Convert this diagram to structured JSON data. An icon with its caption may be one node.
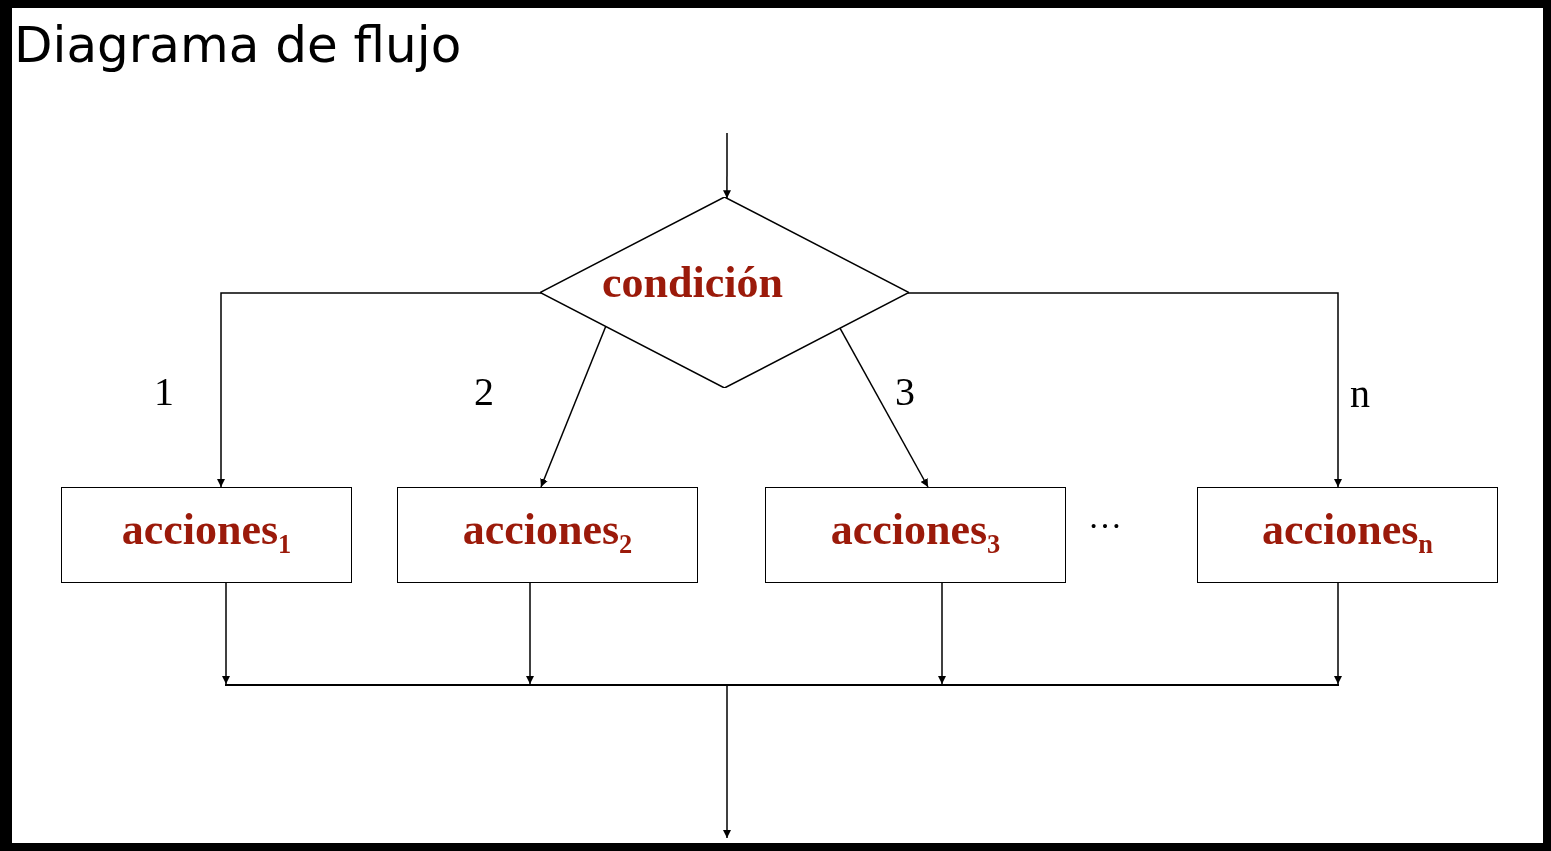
{
  "diagram": {
    "title": "Diagrama de flujo",
    "nodes": [
      {
        "text": [
          "condición"
        ]
      },
      {
        "text": [
          "acciones$_{1}$"
        ]
      },
      {
        "text": [
          "acciones$_{2}$"
        ]
      },
      {
        "text": [
          "acciones$_{3}$"
        ]
      },
      {
        "text": [
          "acciones$_{n}$"
        ]
      },
      {
        "text": [],
        "shape": "bar"
      }
    ],
    "edges": [
      {
        "from": null,
        "to": 0,
        "arrow": "to"
      },
      {
        "from": 0,
        "to": 1,
        "arrow": "to",
        "label": "1"
      },
      {
        "from": 0,
        "to": 2,
        "arrow": "to",
        "label": "2"
      },
      {
        "from": 0,
        "to": 3,
        "arrow": "to",
        "label": "3"
      },
      {
        "from": 0,
        "to": 4,
        "arrow": "to",
        "label": "n"
      },
      {
        "from": 1,
        "to": 5,
        "arrow": "to"
      },
      {
        "from": 2,
        "to": 5,
        "arrow": "to"
      },
      {
        "from": 3,
        "to": 5,
        "arrow": "to"
      },
      {
        "from": 4,
        "to": 5,
        "arrow": "to"
      },
      {
        "from": 5,
        "to": null,
        "arrow": "to"
      }
    ],
    "labels": [
      "…"
    ]
  }
}
